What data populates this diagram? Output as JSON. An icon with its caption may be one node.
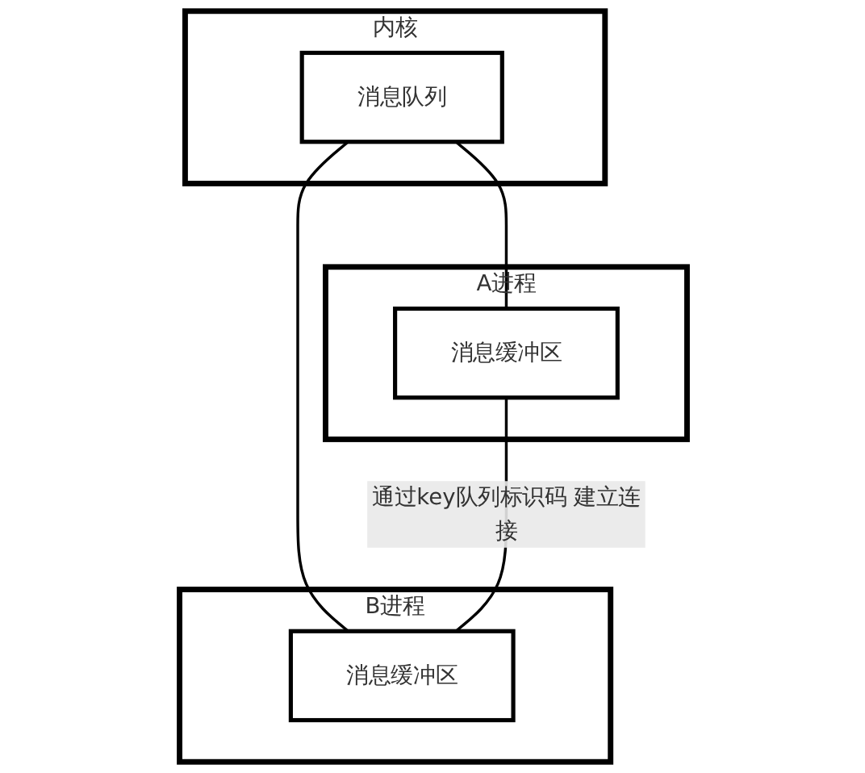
{
  "diagram": {
    "nodes": [
      {
        "text": [
          "内核"
        ]
      },
      {
        "text": [
          "消息队列"
        ],
        "in": 0
      },
      {
        "text": [
          "A进程"
        ]
      },
      {
        "text": [
          "消息缓冲区"
        ],
        "in": 2
      },
      {
        "text": [
          "B进程"
        ]
      },
      {
        "text": [
          "消息缓冲区"
        ],
        "in": 4
      }
    ],
    "edges": [
      {
        "from": 1,
        "to": 3,
        "arrow": "none"
      },
      {
        "from": 1,
        "to": 5,
        "arrow": "none"
      },
      {
        "from": 3,
        "to": 5,
        "arrow": "none",
        "label": "通过key队列标识码 建立连接"
      }
    ]
  }
}
